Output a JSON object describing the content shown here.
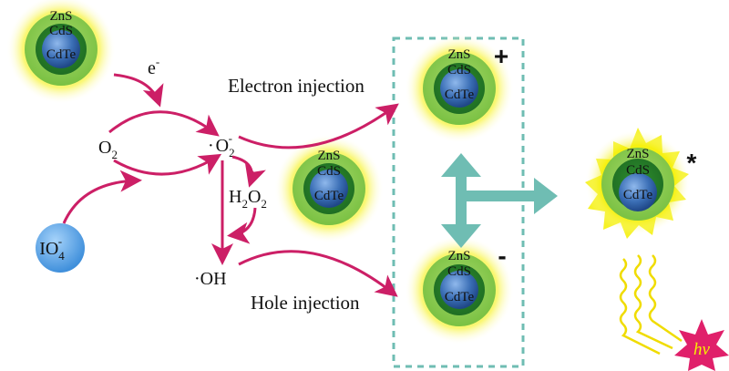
{
  "colors": {
    "arrow": "#cc1f66",
    "glow": "#f5f000",
    "zns_shell": "#7ac143",
    "cds_shell": "#2f8f2f",
    "cdte_core": "#3b6fb6",
    "teal_arrow": "#6fbdb3",
    "dashed_box": "#6fbdb3",
    "iodate_ball": "#5aa6e8",
    "wavy_line": "#f0dc00",
    "star_burst": "#e0206a"
  },
  "quantum_dot": {
    "outer_shell": "ZnS",
    "middle_shell": "CdS",
    "core": "CdTe"
  },
  "species": {
    "electron": "e",
    "electron_charge": "-",
    "oxygen": "O",
    "oxygen_sub": "2",
    "superoxide_dot": "·",
    "superoxide": "O",
    "superoxide_sub": "2",
    "superoxide_charge": "-",
    "peroxide_h": "H",
    "peroxide_h_sub": "2",
    "peroxide_o": "O",
    "peroxide_o_sub": "2",
    "hydroxyl": "·OH",
    "iodate": "IO",
    "iodate_sub": "4",
    "iodate_charge": "-"
  },
  "labels": {
    "electron_injection": "Electron injection",
    "hole_injection": "Hole injection",
    "positive_charge": "+",
    "negative_charge": "-",
    "excited_state": "*",
    "emission": "hv"
  },
  "icons": {
    "quantum_dot": "core-shell-quantum-dot-icon",
    "excited_dot": "excited-quantum-dot-icon",
    "emission_burst": "photon-burst-icon"
  }
}
